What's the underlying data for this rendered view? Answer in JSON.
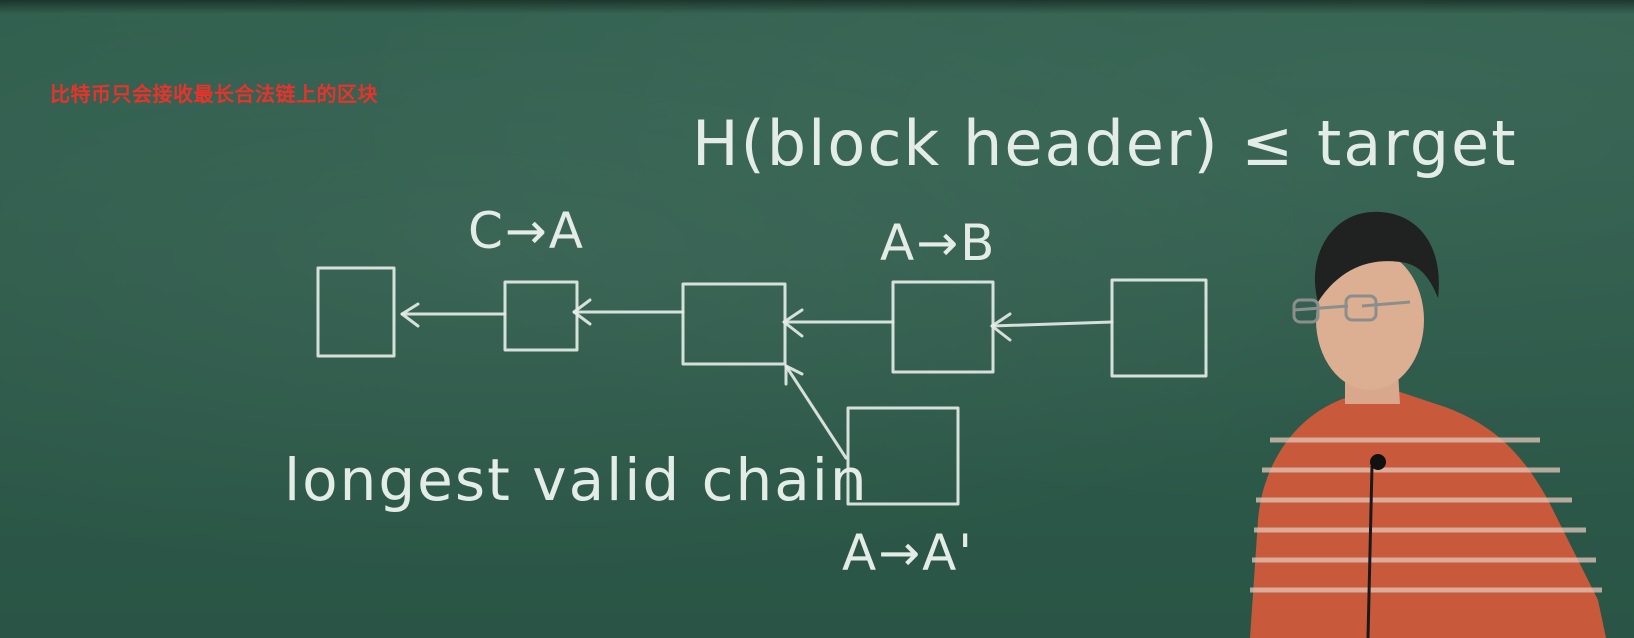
{
  "subtitle": "比特币只会接收最长合法链上的区块",
  "board": {
    "formula": "H(block header) ≤ target",
    "tx_c_a": "C→A",
    "tx_a_b": "A→B",
    "tx_a_a_prime": "A→A'",
    "caption": "longest valid chain"
  },
  "colors": {
    "chalkboard": "#2e5a4b",
    "chalk": "#e3ece6",
    "subtitle": "#e8322a",
    "shirt": "#c9593b"
  }
}
